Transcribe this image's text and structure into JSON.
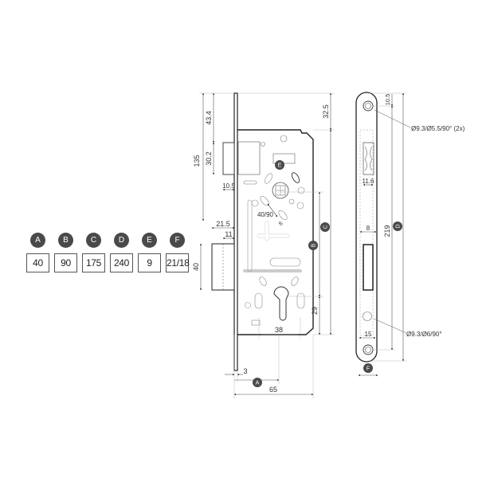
{
  "legend": [
    {
      "letter": "A",
      "value": "40"
    },
    {
      "letter": "B",
      "value": "90"
    },
    {
      "letter": "C",
      "value": "175"
    },
    {
      "letter": "D",
      "value": "240"
    },
    {
      "letter": "E",
      "value": "9"
    },
    {
      "letter": "F",
      "value": "21/18"
    }
  ],
  "side_view": {
    "dims": {
      "top_total": "135",
      "latch_offset": "43.4",
      "latch_height": "30.2",
      "latch_depth": "10.5",
      "bolt_depth_total": "21.5",
      "bolt_depth": "11",
      "bolt_height": "40",
      "top_to_body": "32.5",
      "spindle_angle": "40/90",
      "spindle_small": "8",
      "cylinder_offset": "29",
      "cylinder_width": "38",
      "faceplate_thickness": "3",
      "total_depth": "65"
    },
    "badges": {
      "A": "A",
      "B": "B",
      "C": "C",
      "E": "E"
    }
  },
  "front_view": {
    "dims": {
      "top_hole": "10.5",
      "latch_width": "11.6",
      "bolt_width": "8",
      "between_holes": "219",
      "cylinder_width": "15"
    },
    "callouts": {
      "top_hole": "Ø9.3/Ø5.5/90° (2x)",
      "bottom_hole": "Ø9.3/Ø6/90°"
    },
    "badges": {
      "D": "D",
      "F": "F"
    }
  }
}
